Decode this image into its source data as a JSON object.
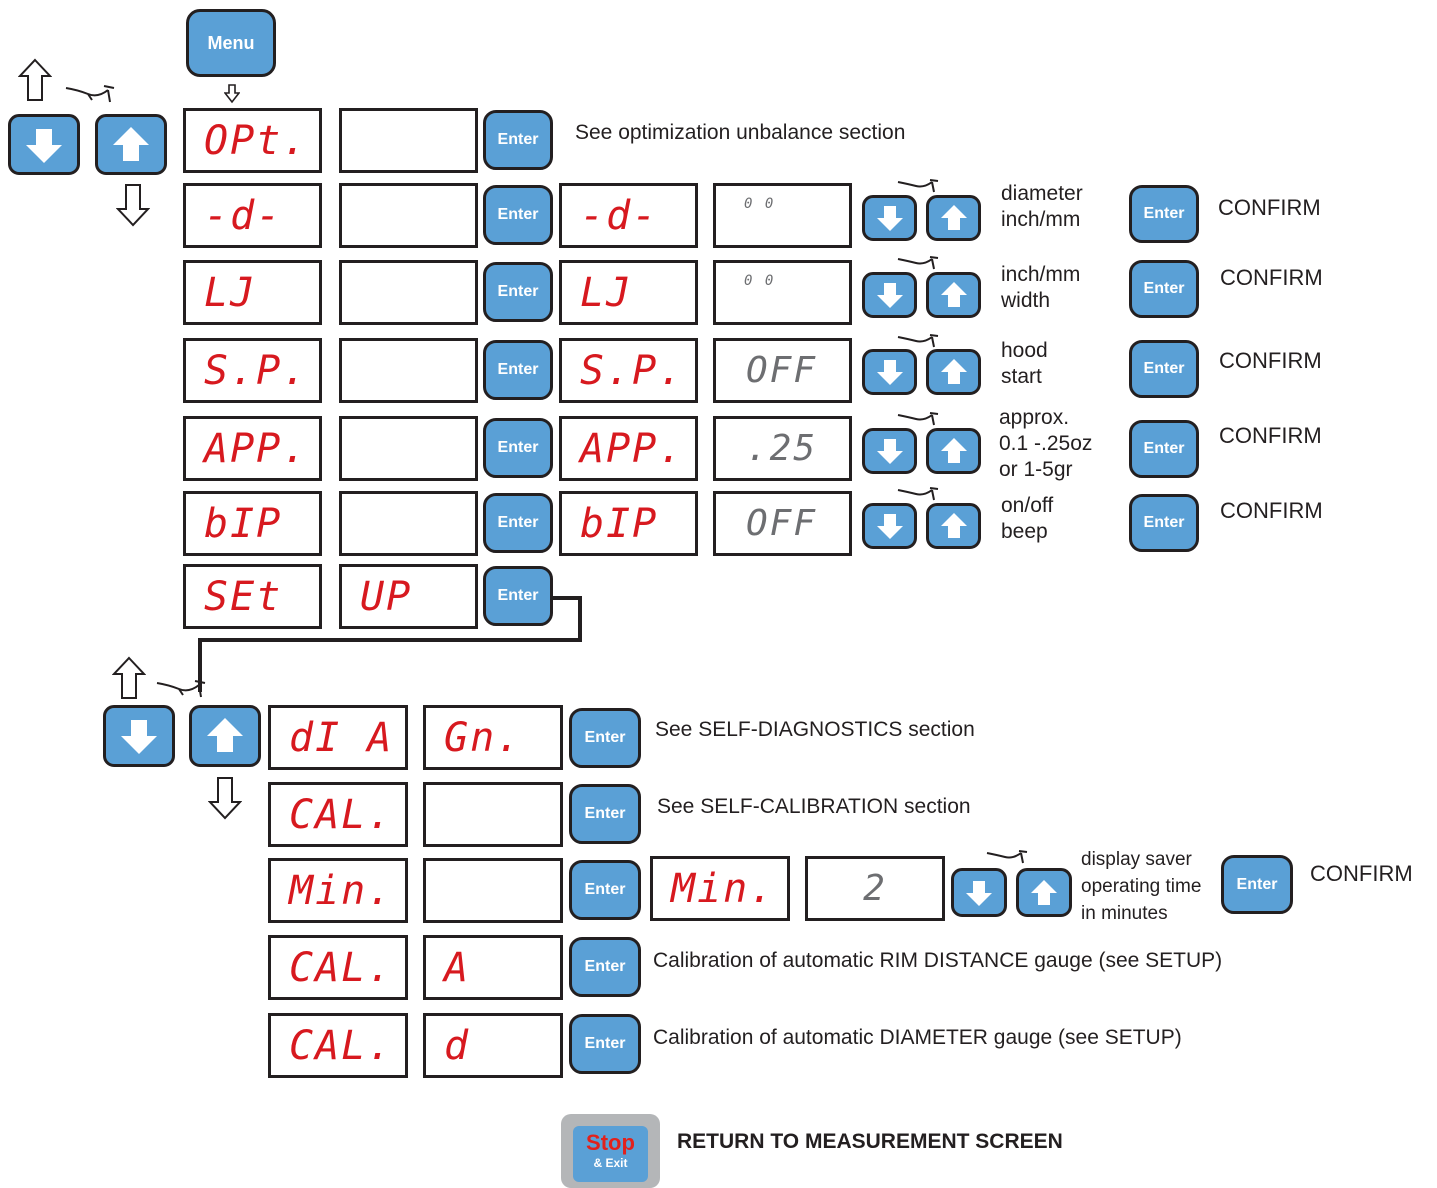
{
  "menu_label": "Menu",
  "enter_label": "Enter",
  "confirm_label": "CONFIRM",
  "stop_label": "Stop",
  "stop_sub_label": "& Exit",
  "return_label": "RETURN TO MEASUREMENT SCREEN",
  "menu1": {
    "opt": {
      "code": "OPt.",
      "text": "See optimization unbalance section"
    },
    "rows": [
      {
        "code": "-d-",
        "value": "0 0",
        "desc": [
          "diameter",
          "inch/mm"
        ]
      },
      {
        "code": "LJ",
        "value": "0 0",
        "desc": [
          "inch/mm",
          "width"
        ]
      },
      {
        "code": "S.P.",
        "value": "OFF",
        "desc": [
          "hood",
          "start"
        ]
      },
      {
        "code": "APP.",
        "value": ".25",
        "desc": [
          "approx.",
          "0.1 -.25oz",
          "or 1-5gr"
        ]
      },
      {
        "code": "bIP",
        "value": "OFF",
        "desc": [
          "on/off",
          "beep"
        ]
      }
    ],
    "setup": {
      "code": "SEt",
      "value": "UP"
    }
  },
  "menu2": {
    "diag": {
      "code": "dI A",
      "value": "Gn.",
      "text": "See SELF-DIAGNOSTICS section"
    },
    "cal": {
      "code": "CAL.",
      "text": "See SELF-CALIBRATION section"
    },
    "min": {
      "code": "Min.",
      "value": "2",
      "desc": [
        "display saver",
        "operating time",
        "in minutes"
      ]
    },
    "cal_a": {
      "code": "CAL.",
      "value": "A",
      "text": "Calibration of automatic RIM DISTANCE gauge (see SETUP)"
    },
    "cal_d": {
      "code": "CAL.",
      "value": "d",
      "text": "Calibration of automatic DIAMETER gauge (see SETUP)"
    }
  }
}
